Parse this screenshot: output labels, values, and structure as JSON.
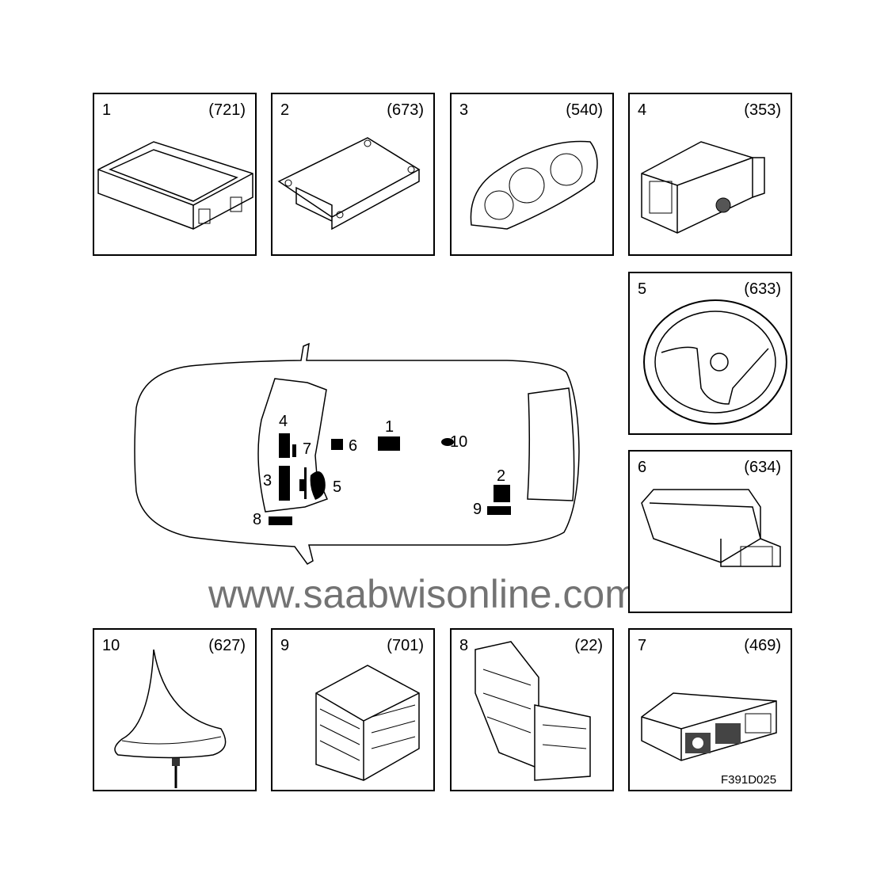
{
  "panels": [
    {
      "number": "1",
      "code": "(721)",
      "icon": "control-module-box"
    },
    {
      "number": "2",
      "code": "(673)",
      "icon": "bracket-module"
    },
    {
      "number": "3",
      "code": "(540)",
      "icon": "instrument-cluster"
    },
    {
      "number": "4",
      "code": "(353)",
      "icon": "radio-unit"
    },
    {
      "number": "5",
      "code": "(633)",
      "icon": "steering-wheel"
    },
    {
      "number": "6",
      "code": "(634)",
      "icon": "switch-module"
    },
    {
      "number": "10",
      "code": "(627)",
      "icon": "shark-fin-antenna"
    },
    {
      "number": "9",
      "code": "(701)",
      "icon": "fuse-box"
    },
    {
      "number": "8",
      "code": "(22)",
      "icon": "fuse-relay-box"
    },
    {
      "number": "7",
      "code": "(469)",
      "icon": "switch-panel"
    }
  ],
  "car_markers": [
    "1",
    "2",
    "3",
    "4",
    "5",
    "6",
    "7",
    "8",
    "9",
    "10"
  ],
  "watermark": "www.saabwisonline.com",
  "figure_code": "F391D025"
}
